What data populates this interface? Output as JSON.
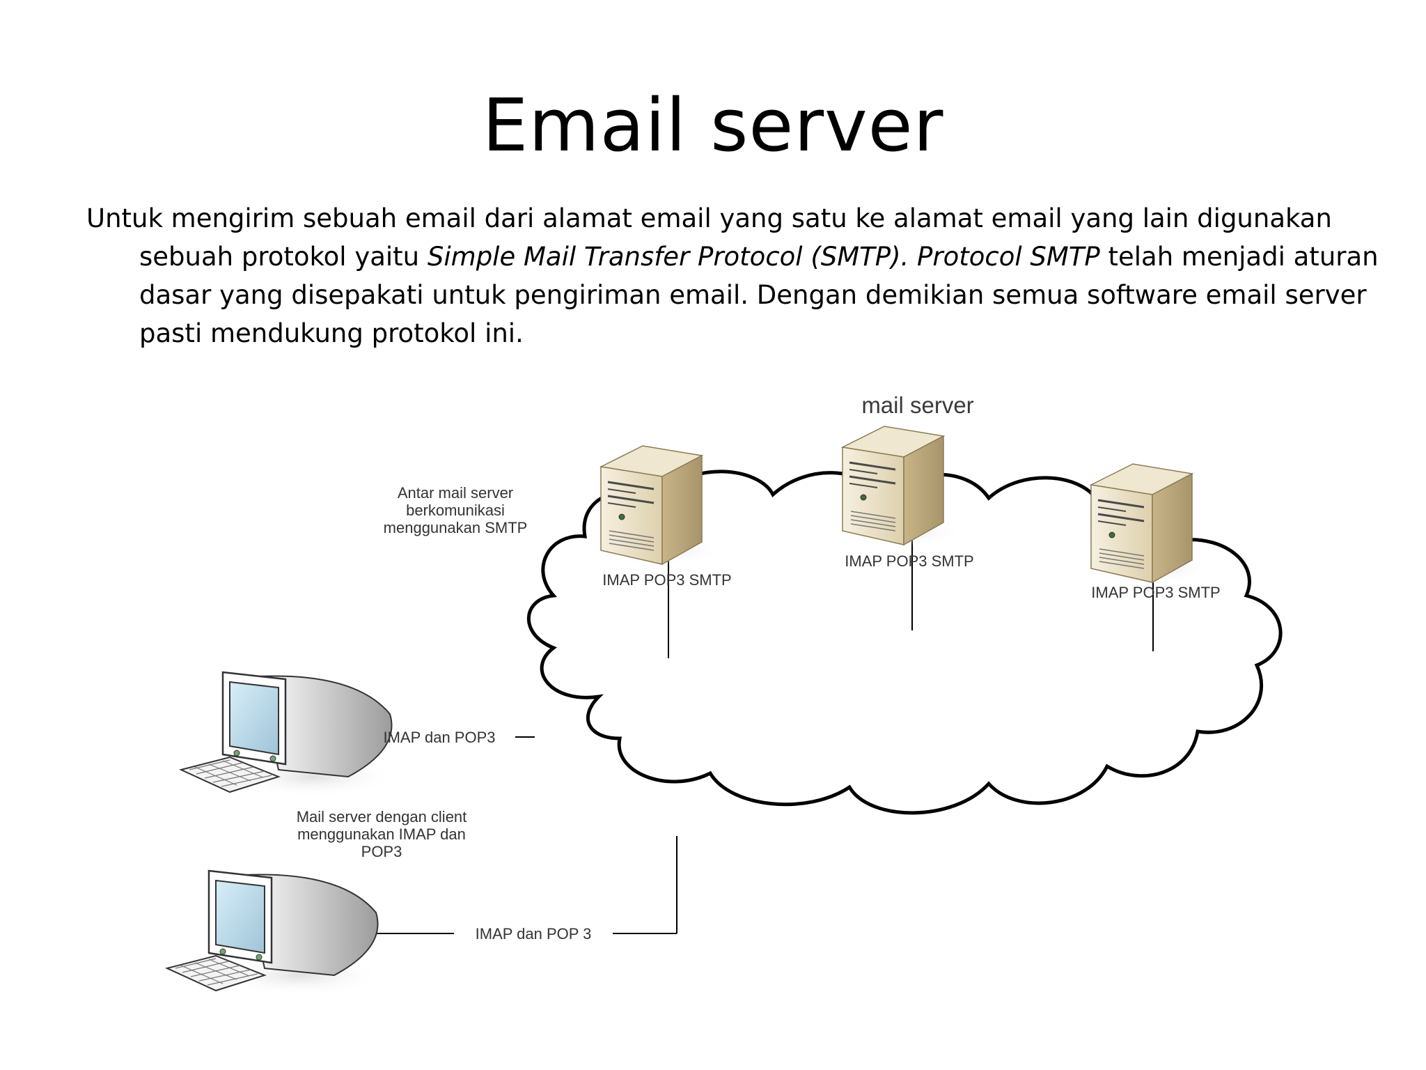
{
  "slide": {
    "title": "Email server",
    "paragraph": {
      "part1": "Untuk mengirim sebuah email dari alamat email yang satu ke alamat email yang lain digunakan sebuah protokol yaitu ",
      "italic1": "Simple Mail Transfer Protocol (SMTP). Protocol SMTP",
      "part2": " telah menjadi aturan dasar yang disepakati untuk pengiriman email. Dengan demikian semua software email server pasti mendukung protokol ini."
    }
  },
  "diagram": {
    "mail_server_label": "mail server",
    "server_note": [
      "Antar mail server",
      "berkomunikasi",
      "menggunakan SMTP"
    ],
    "servers": [
      {
        "label": "IMAP POP3 SMTP",
        "icon": "server-tower-icon"
      },
      {
        "label": "IMAP POP3 SMTP",
        "icon": "server-tower-icon"
      },
      {
        "label": "IMAP POP3 SMTP",
        "icon": "server-tower-icon"
      }
    ],
    "client_links": [
      "IMAP dan POP3",
      "IMAP dan POP 3"
    ],
    "client_note": [
      "Mail server dengan client",
      "menggunakan IMAP dan",
      "POP3"
    ],
    "clients": [
      {
        "icon": "desktop-computer-icon"
      },
      {
        "icon": "desktop-computer-icon"
      }
    ],
    "network_icon": "cloud-icon"
  }
}
